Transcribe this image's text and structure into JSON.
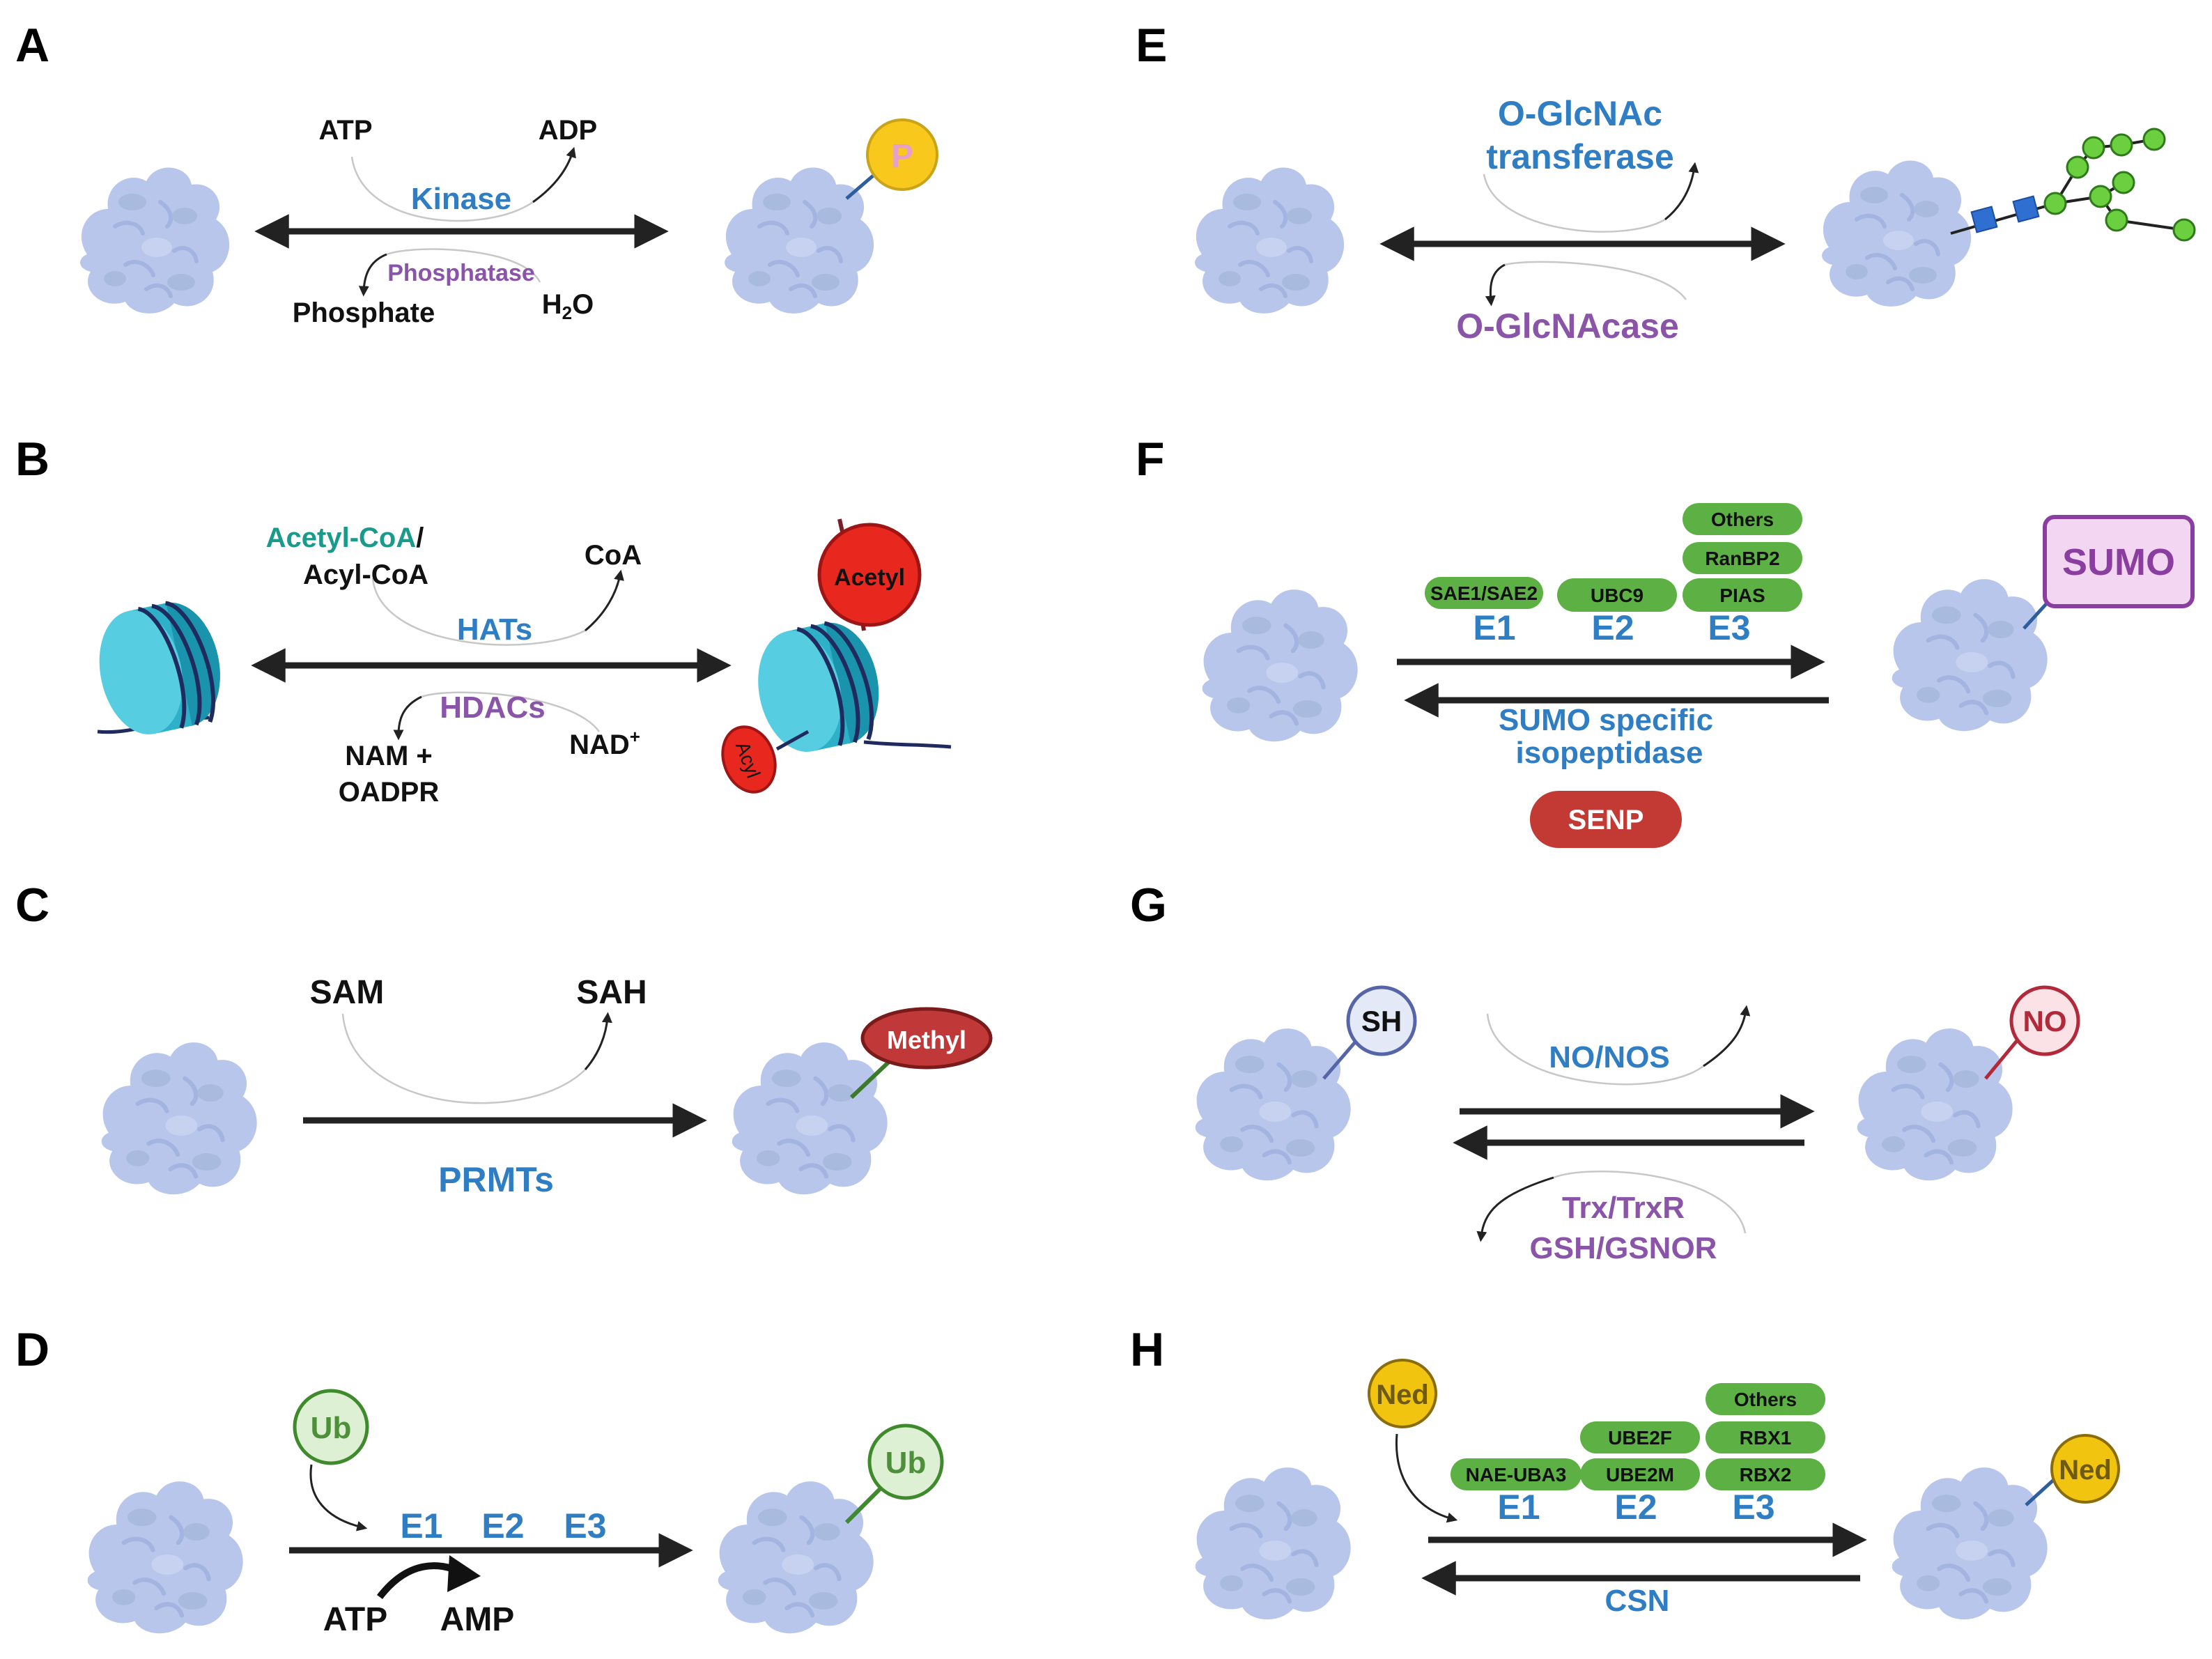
{
  "colors": {
    "protein": "#b7c6ea",
    "arrow": "#222222",
    "blue_text": "#2f7ec3",
    "purple_text": "#8a55a8",
    "teal_text": "#1a9a8a",
    "phosphate": "#f8c81c",
    "acetyl": "#e8281e",
    "methyl": "#c03838",
    "ub_fill": "#ddf0d4",
    "ub_text": "#4e8f3a",
    "pill_green": "#5db144",
    "sumo_border": "#8a3fa0",
    "senp": "#c33a34",
    "sh_border": "#5565a8",
    "no_border": "#b22a3a",
    "ned": "#f1c40f",
    "glcnac_square": "#2f6fd1",
    "glcnac_circle": "#6ccf3f",
    "nucleosome": "#2db0c8"
  },
  "panels": {
    "A": {
      "letter": "A",
      "reactant_in": "ATP",
      "product_out": "ADP",
      "enzyme_forward": "Kinase",
      "enzyme_reverse": "Phosphatase",
      "reverse_product": "Phosphate",
      "reverse_reactant_pre": "H",
      "reverse_reactant_sub": "2",
      "reverse_reactant_post": "O",
      "modification": "P"
    },
    "B": {
      "letter": "B",
      "donor_1": "Acetyl-CoA",
      "donor_slash": "/",
      "donor_2": "Acyl-CoA",
      "product_out": "CoA",
      "enzyme_forward": "HATs",
      "enzyme_reverse": "HDACs",
      "reverse_product_line1": "NAM +",
      "reverse_product_line2": "OADPR",
      "reverse_reactant": "NAD",
      "reverse_reactant_sup": "+",
      "mod_1": "Acetyl",
      "mod_2": "Acyl"
    },
    "C": {
      "letter": "C",
      "reactant_in": "SAM",
      "product_out": "SAH",
      "enzyme_forward": "PRMTs",
      "modification": "Methyl"
    },
    "D": {
      "letter": "D",
      "ub_in": "Ub",
      "e1": "E1",
      "e2": "E2",
      "e3": "E3",
      "energy_in": "ATP",
      "energy_out": "AMP",
      "modification": "Ub"
    },
    "E": {
      "letter": "E",
      "enzyme_forward_line1": "O-GlcNAc",
      "enzyme_forward_line2": "transferase",
      "enzyme_reverse": "O-GlcNAcase"
    },
    "F": {
      "letter": "F",
      "e1_pill": "SAE1/SAE2",
      "e2_pill": "UBC9",
      "e3_pills": [
        "Others",
        "RanBP2",
        "PIAS"
      ],
      "e1": "E1",
      "e2": "E2",
      "e3": "E3",
      "reverse_line1": "SUMO specific",
      "reverse_line2": "isopeptidase",
      "reverse_enzyme": "SENP",
      "modification": "SUMO"
    },
    "G": {
      "letter": "G",
      "reactant_group": "SH",
      "enzyme_forward": "NO/NOS",
      "enzyme_reverse_line1": "Trx/TrxR",
      "enzyme_reverse_line2": "GSH/GSNOR",
      "modification": "NO"
    },
    "H": {
      "letter": "H",
      "ned_in": "Ned",
      "e1_pill": "NAE-UBA3",
      "e2_pills": [
        "UBE2F",
        "UBE2M"
      ],
      "e3_pills": [
        "Others",
        "RBX1",
        "RBX2"
      ],
      "e1": "E1",
      "e2": "E2",
      "e3": "E3",
      "reverse_enzyme": "CSN",
      "modification": "Ned"
    }
  }
}
